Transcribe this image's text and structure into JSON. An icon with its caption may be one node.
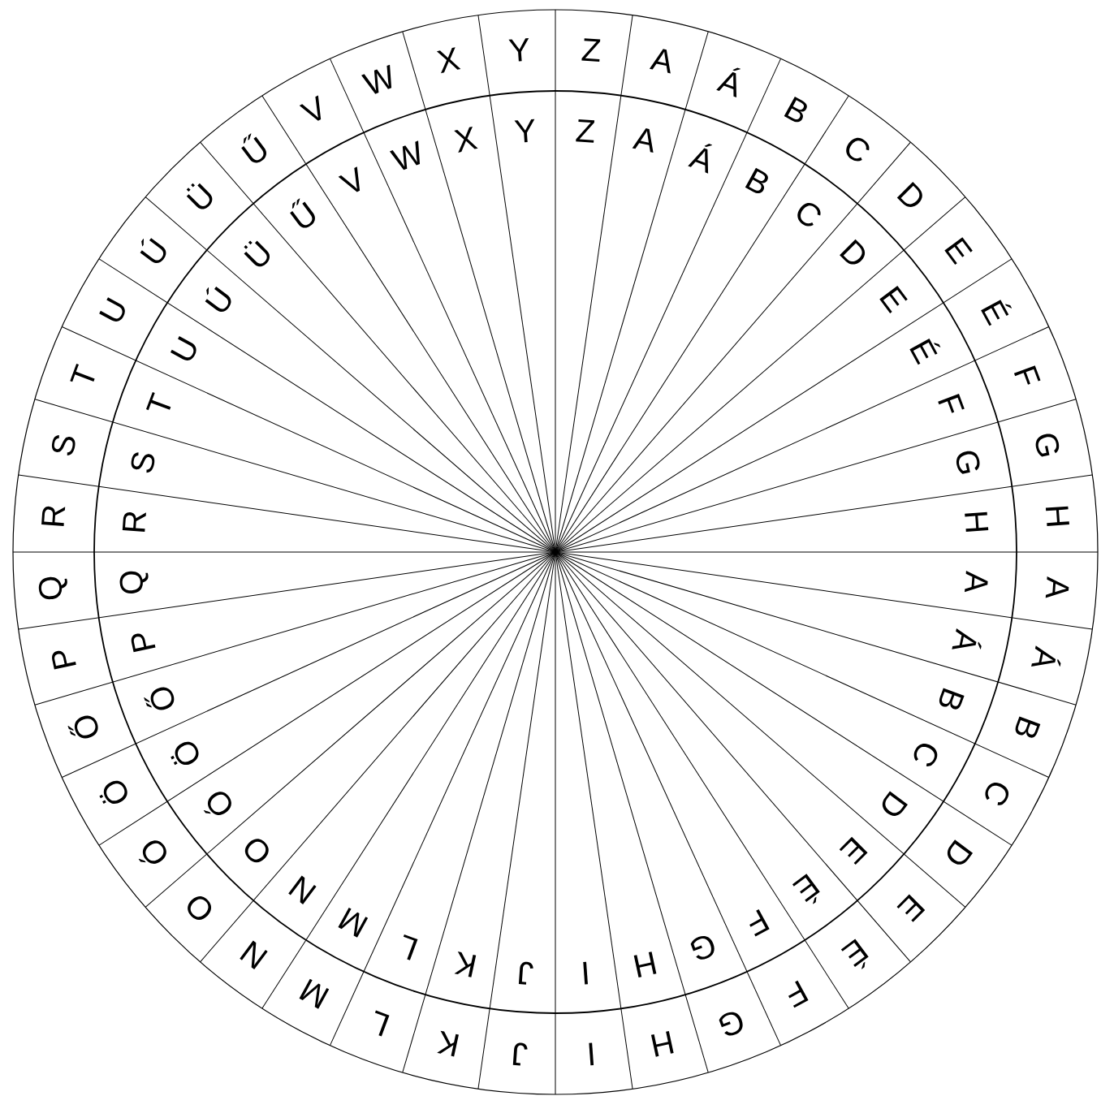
{
  "diagram": {
    "labels": [
      "Z",
      "A",
      "Á",
      "B",
      "C",
      "D",
      "E",
      "É",
      "F",
      "G",
      "H",
      "A",
      "Á",
      "B",
      "C",
      "D",
      "E",
      "É",
      "F",
      "G",
      "H",
      "I",
      "J",
      "K",
      "L",
      "M",
      "N",
      "O",
      "Ó",
      "Ö",
      "Ő",
      "P",
      "Q",
      "R",
      "S",
      "T",
      "U",
      "Ú",
      "Ü",
      "Ű",
      "V",
      "W",
      "X",
      "Y",
      "Z",
      "A",
      "Á",
      "B",
      "C",
      "D",
      "E",
      "É",
      "F",
      "G",
      "H",
      "A",
      "Á",
      "B",
      "C",
      "D",
      "E",
      "É",
      "F",
      "G",
      "H",
      "I",
      "J",
      "K",
      "L",
      "M",
      "N",
      "O",
      "Ó",
      "Ö",
      "Ő",
      "P",
      "Q",
      "R",
      "S",
      "T",
      "U",
      "Ú",
      "Ü",
      "Ű",
      "V",
      "W",
      "X",
      "Y"
    ]
  }
}
